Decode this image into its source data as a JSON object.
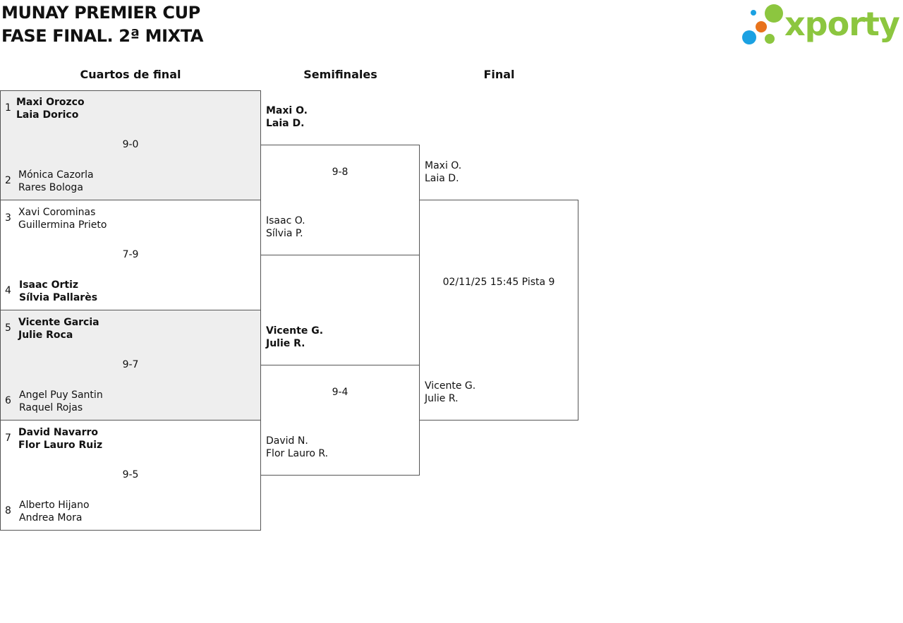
{
  "header": {
    "title_line1": "MUNAY PREMIER CUP",
    "title_line2": "FASE FINAL. 2ª MIXTA",
    "logo_text": "xporty"
  },
  "rounds": {
    "quarterfinals": "Cuartos de final",
    "semifinals": "Semifinales",
    "final": "Final"
  },
  "quarterfinals": [
    {
      "seed_top": "1",
      "top_p1": "Maxi Orozco",
      "top_p2": "Laia Dorico",
      "score": "9-0",
      "seed_bottom": "2",
      "bottom_p1": "Mónica Cazorla",
      "bottom_p2": "Rares Bologa",
      "winner": "top"
    },
    {
      "seed_top": "3",
      "top_p1": "Xavi Corominas",
      "top_p2": "Guillermina Prieto",
      "score": "7-9",
      "seed_bottom": "4",
      "bottom_p1": "Isaac Ortiz",
      "bottom_p2": "Sílvia Pallarès",
      "winner": "bottom"
    },
    {
      "seed_top": "5",
      "top_p1": "Vicente Garcia",
      "top_p2": "Julie Roca",
      "score": "9-7",
      "seed_bottom": "6",
      "bottom_p1": "Angel Puy Santin",
      "bottom_p2": "Raquel Rojas",
      "winner": "top"
    },
    {
      "seed_top": "7",
      "top_p1": "David Navarro",
      "top_p2": "Flor Lauro Ruiz",
      "score": "9-5",
      "seed_bottom": "8",
      "bottom_p1": "Alberto Hijano",
      "bottom_p2": "Andrea Mora",
      "winner": "top"
    }
  ],
  "semifinals": [
    {
      "top_p1": "Maxi O.",
      "top_p2": "Laia D.",
      "score": "9-8",
      "bottom_p1": "Isaac O.",
      "bottom_p2": "Sílvia P.",
      "winner": "top"
    },
    {
      "top_p1": "Vicente G.",
      "top_p2": "Julie R.",
      "score": "9-4",
      "bottom_p1": "David N.",
      "bottom_p2": "Flor Lauro R.",
      "winner": "top"
    }
  ],
  "final": {
    "top_p1": "Maxi O.",
    "top_p2": "Laia D.",
    "schedule": "02/11/25 15:45 Pista 9",
    "bottom_p1": "Vicente G.",
    "bottom_p2": "Julie R."
  },
  "colors": {
    "logo_green": "#8cc63f",
    "logo_blue": "#1ba1e2",
    "logo_orange": "#e8731c",
    "shaded_box": "#eeeeee",
    "border": "#555555"
  }
}
